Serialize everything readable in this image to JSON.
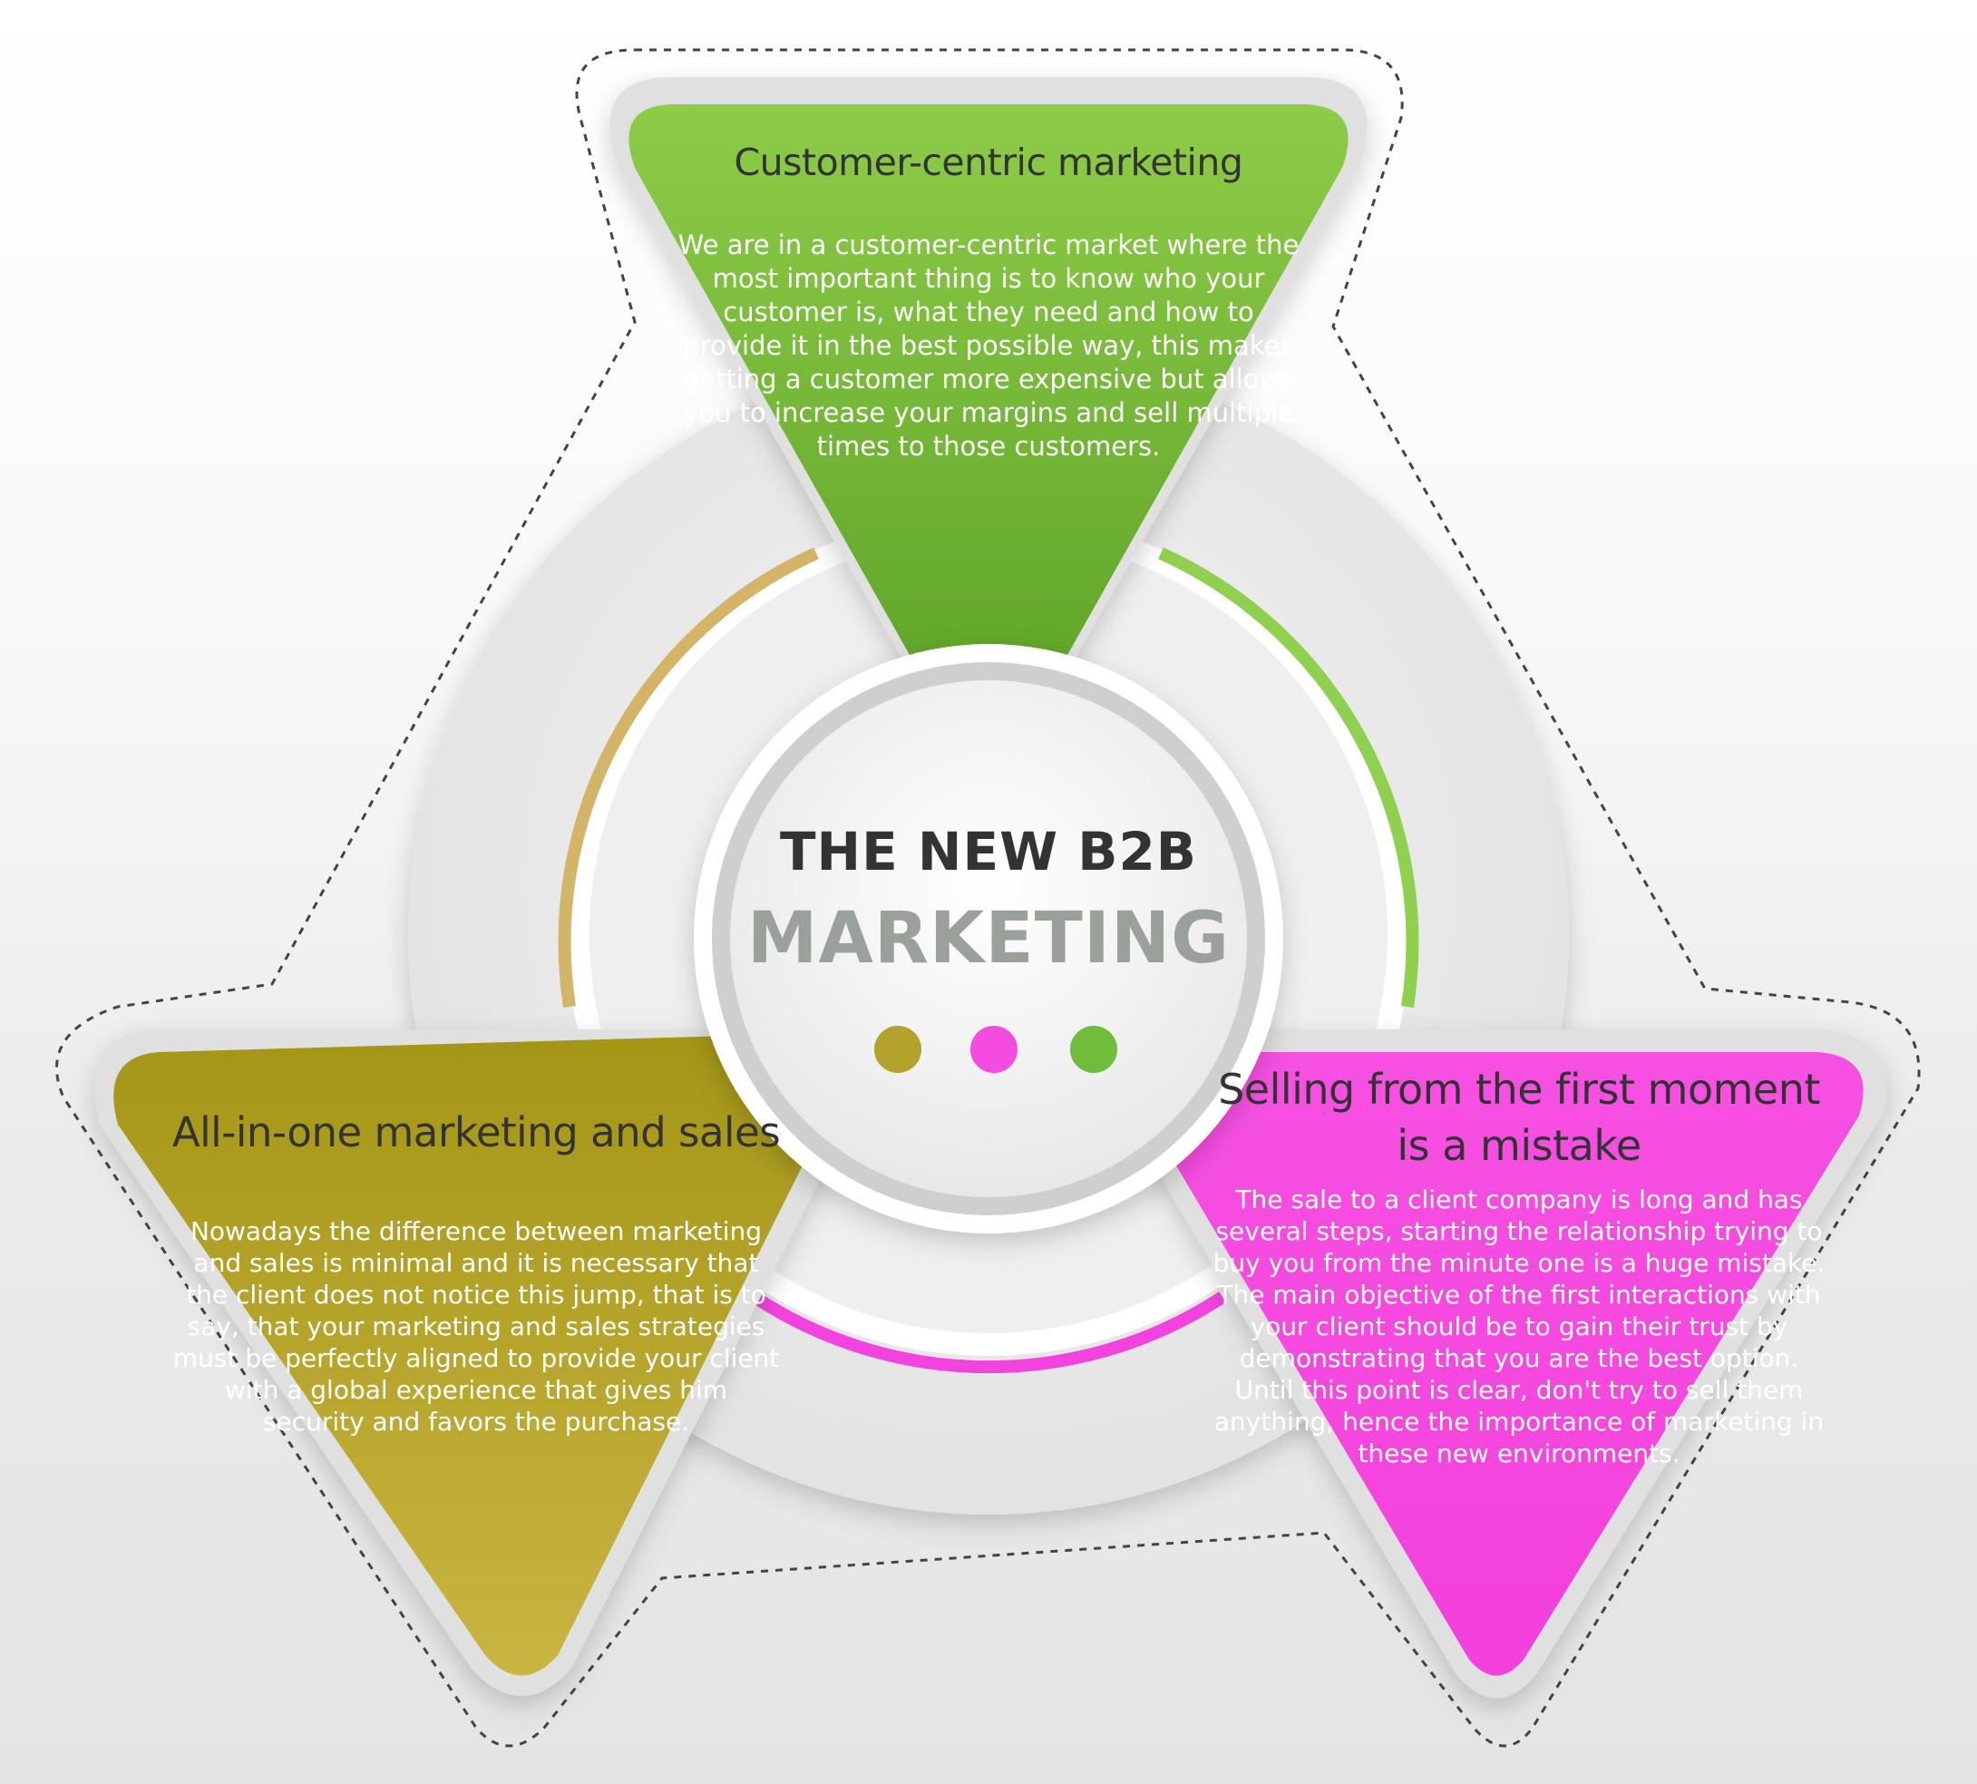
{
  "center": {
    "line1": "THE NEW B2B",
    "line2": "MARKETING"
  },
  "segments": {
    "green": {
      "color": "#7cc142",
      "title": "Customer-centric marketing",
      "body": "We are in a customer-centric market where the most important thing is to know who your customer is, what they need and how to provide it in the best possible way, this makes getting a customer more expensive but allows you to increase your margins and sell multiple times to those customers."
    },
    "olive": {
      "color": "#b5a52a",
      "title": "All-in-one marketing and sales",
      "body": "Nowadays the difference between marketing and sales is minimal and it is necessary that the client does not notice this jump, that is to say, that your marketing and sales strategies must be perfectly aligned to provide your client with a global experience that gives him security and favors the purchase."
    },
    "magenta": {
      "color": "#f44be0",
      "title": "Selling from the first moment is a mistake",
      "body": "The sale to a client company is long and has several steps, starting the relationship trying to buy you from the minute one is a huge mistake. The main objective of the first interactions with your client should be to gain their trust by demonstrating that you are the best option. Until this point is clear, don't try to sell them anything, hence the importance of marketing in these new environments."
    }
  }
}
